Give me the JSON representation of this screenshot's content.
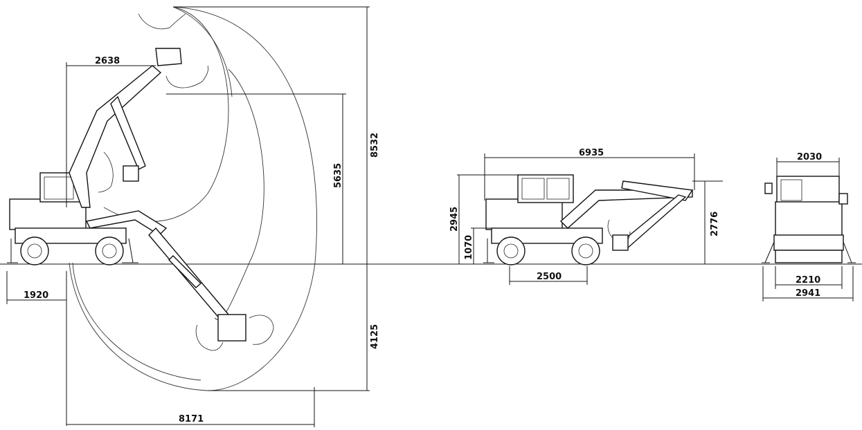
{
  "dimensions": {
    "reach_2638": "2638",
    "rear_swing_1920": "1920",
    "max_reach_8171": "8171",
    "dump_height_5635": "5635",
    "max_height_8532": "8532",
    "dig_depth_4125": "4125",
    "transport_length_6935": "6935",
    "transport_height_2945": "2945",
    "counterweight_clearance_1070": "1070",
    "wheelbase_2500": "2500",
    "boom_height_2776": "2776",
    "cab_width_2030": "2030",
    "track_2210": "2210",
    "outrigger_width_2941": "2941"
  }
}
